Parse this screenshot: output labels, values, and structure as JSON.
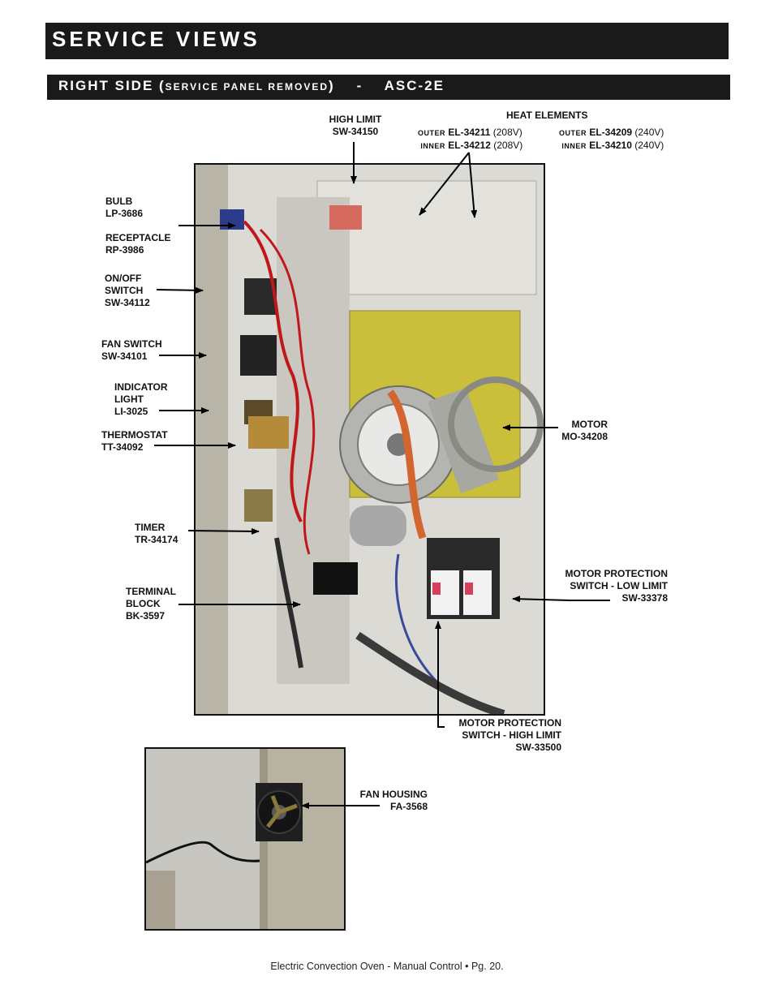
{
  "header": {
    "title": "SERVICE VIEWS"
  },
  "subheader": {
    "main": "RIGHT SIDE (",
    "small": "SERVICE PANEL REMOVED",
    "close": ")",
    "dash": "-",
    "model": "ASC-2E"
  },
  "labels": {
    "high_limit": {
      "name": "HIGH LIMIT",
      "part": "SW-34150"
    },
    "heat_elements": {
      "title": "HEAT ELEMENTS",
      "outer_208_prefix": "OUTER",
      "outer_208_part": "EL-34211",
      "outer_208_volt": "(208V)",
      "inner_208_prefix": "INNER",
      "inner_208_part": "EL-34212",
      "inner_208_volt": "(208V)",
      "outer_240_prefix": "OUTER",
      "outer_240_part": "EL-34209",
      "outer_240_volt": "(240V)",
      "inner_240_prefix": "INNER",
      "inner_240_part": "EL-34210",
      "inner_240_volt": "(240V)"
    },
    "bulb": {
      "name": "BULB",
      "part": "LP-3686"
    },
    "receptacle": {
      "name": "RECEPTACLE",
      "part": "RP-3986"
    },
    "onoff_switch": {
      "line1": "ON/OFF",
      "line2": "SWITCH",
      "part": "SW-34112"
    },
    "fan_switch": {
      "name": "FAN SWITCH",
      "part": "SW-34101"
    },
    "indicator_light": {
      "line1": "INDICATOR",
      "line2": "LIGHT",
      "part": "LI-3025"
    },
    "thermostat": {
      "name": "THERMOSTAT",
      "part": "TT-34092"
    },
    "timer": {
      "name": "TIMER",
      "part": "TR-34174"
    },
    "terminal_block": {
      "line1": "TERMINAL",
      "line2": "BLOCK",
      "part": "BK-3597"
    },
    "motor": {
      "name": "MOTOR",
      "part": "MO-34208"
    },
    "mp_low": {
      "line1": "MOTOR PROTECTION",
      "line2": "SWITCH - LOW LIMIT",
      "part": "SW-33378"
    },
    "mp_high": {
      "line1": "MOTOR PROTECTION",
      "line2": "SWITCH - HIGH LIMIT",
      "part": "SW-33500"
    },
    "fan_housing": {
      "name": "FAN HOUSING",
      "part": "FA-3568"
    }
  },
  "footer": {
    "text": "Electric Convection Oven - Manual Control  •  Pg. 20."
  },
  "colors": {
    "band": "#1a1a1a",
    "panel_yellow": "#c9bf3a",
    "wire_red": "#c0181a",
    "wire_orange": "#d2662e"
  }
}
